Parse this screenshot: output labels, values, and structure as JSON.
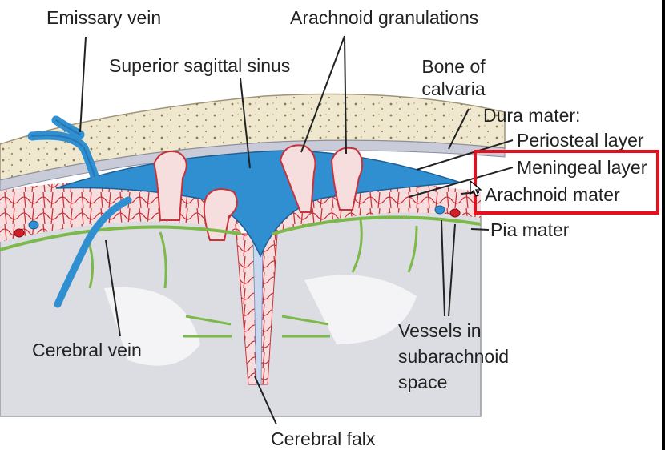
{
  "diagram": {
    "labels": {
      "emissary_vein": "Emissary vein",
      "arachnoid_granulations": "Arachnoid granulations",
      "superior_sagittal_sinus": "Superior sagittal sinus",
      "bone_of_calvaria": "Bone of calvaria",
      "dura_mater": "Dura mater:",
      "periosteal_layer": "Periosteal layer",
      "meningeal_layer": "Meningeal layer",
      "arachnoid_mater": "Arachnoid mater",
      "pia_mater": "Pia mater",
      "vessels_in_subarachnoid_space": "Vessels in subarachnoid space",
      "cerebral_vein": "Cerebral vein",
      "cerebral_falx": "Cerebral falx"
    },
    "highlight_color": "#e5101d"
  },
  "colors": {
    "bone": "#efe8cf",
    "sinus": "#2f8fd0",
    "brain": "#dcdde3",
    "pia": "#7cb84a",
    "vessel": "#d44a4a",
    "subarachnoid": "#f6dede"
  }
}
